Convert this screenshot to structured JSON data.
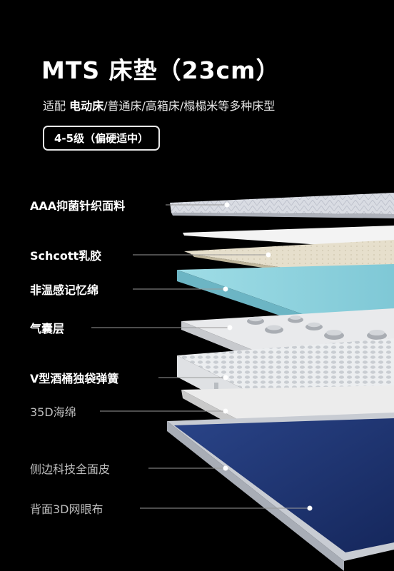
{
  "header": {
    "title": "MTS 床垫（23cm）",
    "subtitle_prefix": "适配 ",
    "subtitle_highlight": "电动床",
    "subtitle_rest": "/普通床/高箱床/榻榻米等多种床型",
    "badge": "4-5级（偏硬适中）"
  },
  "layers": [
    {
      "label": "AAA抑菌针织面料"
    },
    {
      "label": "Schcott乳胶"
    },
    {
      "label": "非温感记忆绵"
    },
    {
      "label": "气囊层"
    },
    {
      "label": "V型酒桶独袋弹簧"
    },
    {
      "label": "35D海绵"
    },
    {
      "label": "侧边科技全面皮"
    },
    {
      "label": "背面3D网眼布"
    }
  ],
  "colors": {
    "background": "#000000",
    "memory_foam": "#8fd3de",
    "bottom_fabric": "#1f3470",
    "text": "#ffffff"
  }
}
